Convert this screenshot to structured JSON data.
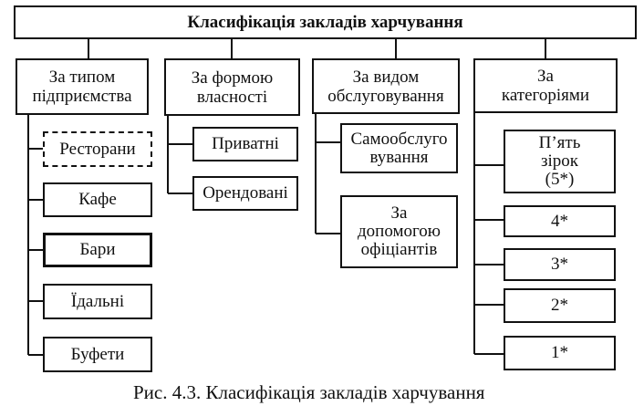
{
  "title": "Класифікація закладів харчування",
  "categories": [
    {
      "heading": "За типом\nпідприємства",
      "items": [
        "Ресторани",
        "Кафе",
        "Бари",
        "Їдальні",
        "Буфети"
      ]
    },
    {
      "heading": "За формою\nвласності",
      "items": [
        "Приватні",
        "Орендовані"
      ]
    },
    {
      "heading": "За видом\nобслуговування",
      "items": [
        "Самообслуго\nвування",
        "За\nдопомогою\nофіціантів"
      ]
    },
    {
      "heading": "За\nкатегоріями",
      "items": [
        "П’ять\nзірок\n(5*)",
        "4*",
        "3*",
        "2*",
        "1*"
      ]
    }
  ],
  "caption": "Рис. 4.3. Класифікація закладів харчування"
}
